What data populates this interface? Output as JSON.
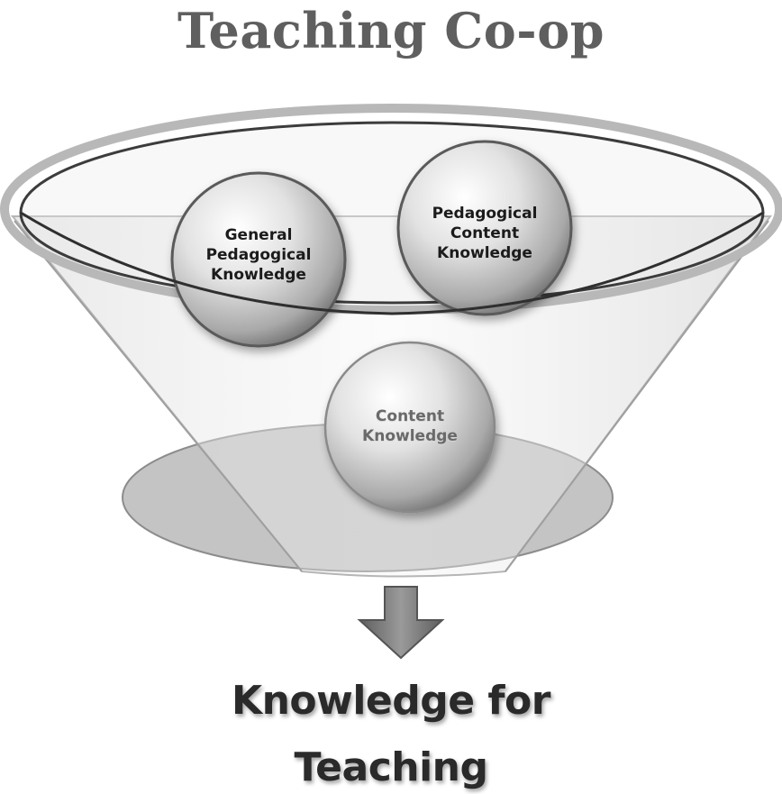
{
  "title": "Teaching Co-op",
  "circles": [
    {
      "lines": [
        "General",
        "Pedagogical",
        "Knowledge"
      ]
    },
    {
      "lines": [
        "Pedagogical",
        "Content",
        "Knowledge"
      ]
    },
    {
      "lines": [
        "Content",
        "Knowledge"
      ]
    }
  ],
  "outcome": {
    "line1": "Knowledge for",
    "line2": "Teaching"
  },
  "colors": {
    "title": "#5f5f5f",
    "funnel_fill": "#e9e9e9",
    "base_disc": "#c4c4c4",
    "arrow": "#7a7a7a"
  }
}
